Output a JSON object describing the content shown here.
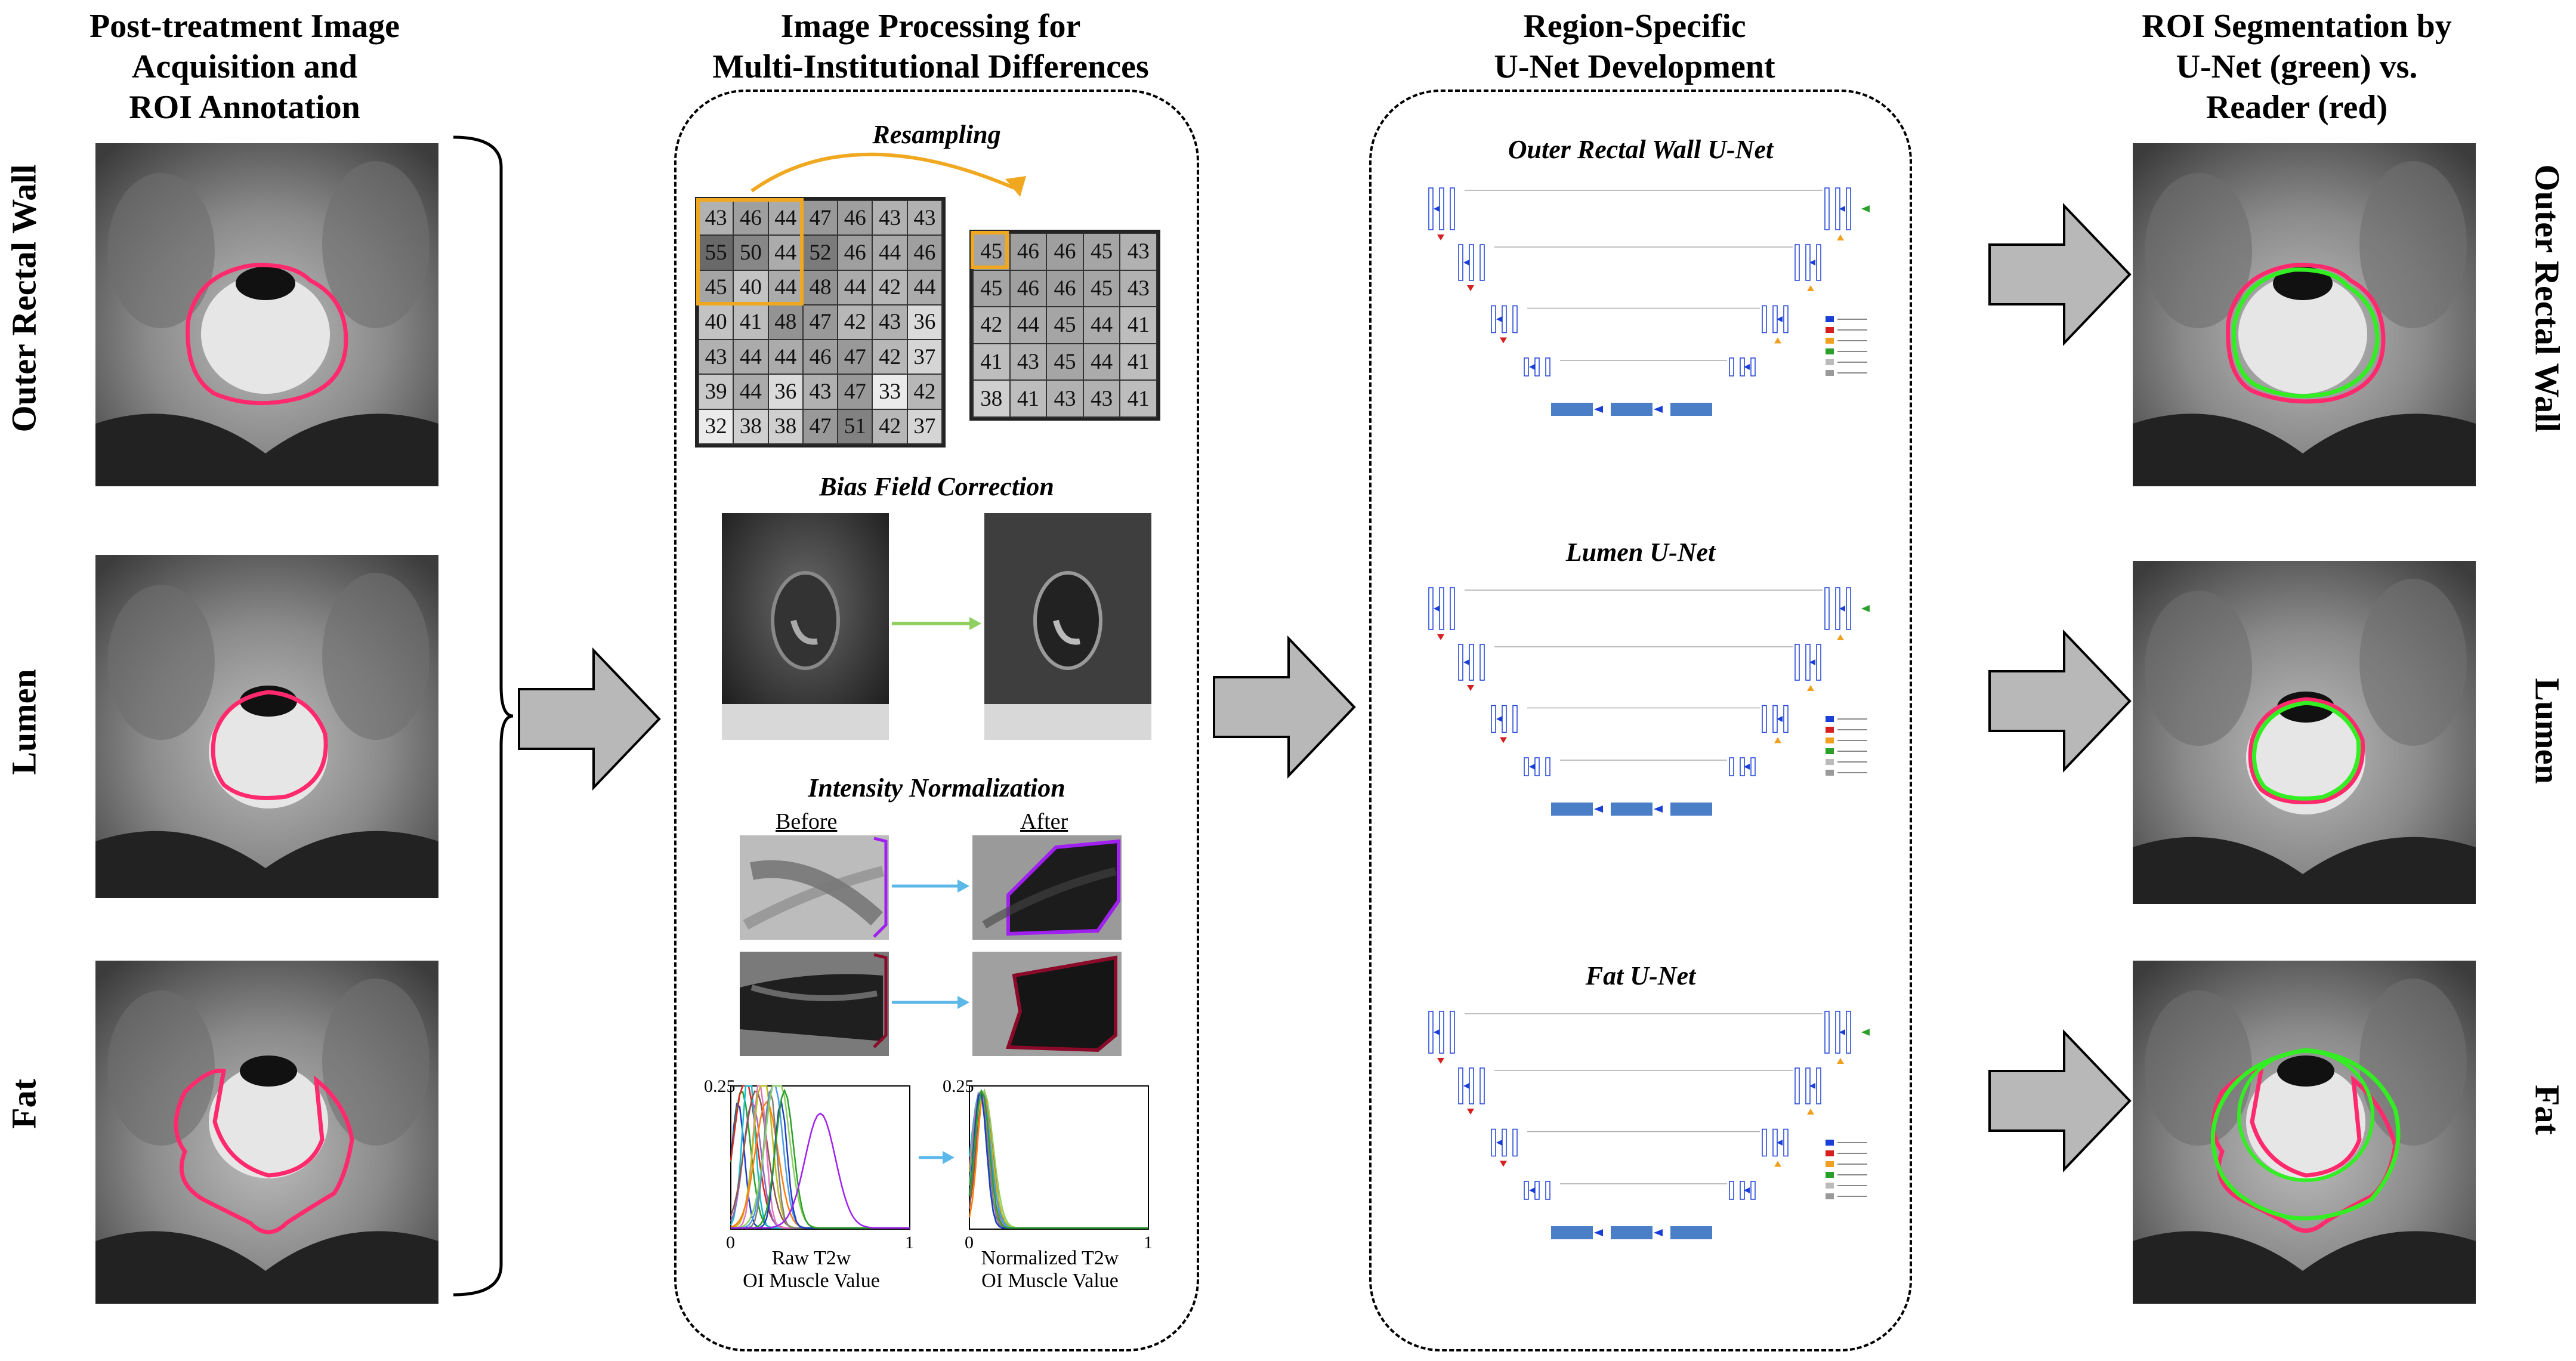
{
  "columns": {
    "acquisition": {
      "title_lines": [
        "Post-treatment Image",
        "Acquisition and",
        "ROI Annotation"
      ]
    },
    "processing": {
      "title_lines": [
        "Image Processing for",
        "Multi-Institutional Differences"
      ]
    },
    "unet_dev": {
      "title_lines": [
        "Region-Specific",
        "U-Net Development"
      ]
    },
    "segmentation": {
      "title_lines": [
        "ROI Segmentation by",
        "U-Net (green) vs.",
        "Reader (red)"
      ]
    }
  },
  "rows": {
    "left_labels": [
      "Outer Rectal Wall",
      "Lumen",
      "Fat"
    ],
    "right_labels": [
      "Outer Rectal Wall",
      "Lumen",
      "Fat"
    ]
  },
  "processing": {
    "resampling": {
      "title": "Resampling",
      "original_grid": [
        [
          "43",
          "46",
          "44",
          "47",
          "46",
          "43",
          "43"
        ],
        [
          "55",
          "50",
          "44",
          "52",
          "46",
          "44",
          "46"
        ],
        [
          "45",
          "40",
          "44",
          "48",
          "44",
          "42",
          "44"
        ],
        [
          "40",
          "41",
          "48",
          "47",
          "42",
          "43",
          "36"
        ],
        [
          "43",
          "44",
          "44",
          "46",
          "47",
          "42",
          "37"
        ],
        [
          "39",
          "44",
          "36",
          "43",
          "47",
          "33",
          "42"
        ],
        [
          "32",
          "38",
          "38",
          "47",
          "51",
          "42",
          "37"
        ]
      ],
      "resampled_grid": [
        [
          "45",
          "46",
          "46",
          "45",
          "43"
        ],
        [
          "45",
          "46",
          "46",
          "45",
          "43"
        ],
        [
          "42",
          "44",
          "45",
          "44",
          "41"
        ],
        [
          "41",
          "43",
          "45",
          "44",
          "41"
        ],
        [
          "38",
          "41",
          "43",
          "43",
          "41"
        ]
      ]
    },
    "bias": {
      "title": "Bias Field Correction"
    },
    "intensity": {
      "title": "Intensity Normalization",
      "before_label": "Before",
      "after_label": "After",
      "colors": {
        "purple": "#a020f0",
        "darkred": "#8b0a2a",
        "arrow": "#5bb8e8"
      }
    }
  },
  "chart_data": [
    {
      "type": "line",
      "title": "",
      "xlabel": "Raw T2w OI Muscle Value",
      "xlabel_lines": [
        "Raw T2w",
        "OI Muscle Value"
      ],
      "ylabel": "",
      "xlim": [
        0,
        1
      ],
      "ylim": [
        0,
        0.25
      ],
      "x_ticks": [
        "0",
        "1"
      ],
      "y_ticks": [
        "0.25"
      ],
      "grid": false
    },
    {
      "type": "line",
      "title": "",
      "xlabel": "Normalized T2w OI Muscle Value",
      "xlabel_lines": [
        "Normalized T2w",
        "OI Muscle Value"
      ],
      "ylabel": "",
      "xlim": [
        0,
        1
      ],
      "ylim": [
        0,
        0.25
      ],
      "x_ticks": [
        "0",
        "1"
      ],
      "y_ticks": [
        "0.25"
      ],
      "grid": false
    }
  ],
  "unets": [
    {
      "title": "Outer Rectal Wall U-Net"
    },
    {
      "title": "Lumen U-Net"
    },
    {
      "title": "Fat U-Net"
    }
  ],
  "colors": {
    "reader_roi": "#ff2a6d",
    "unet_roi": "#33ee22",
    "arrow_fill": "#b8b8b8",
    "unet_block": "#4a7fc8"
  }
}
